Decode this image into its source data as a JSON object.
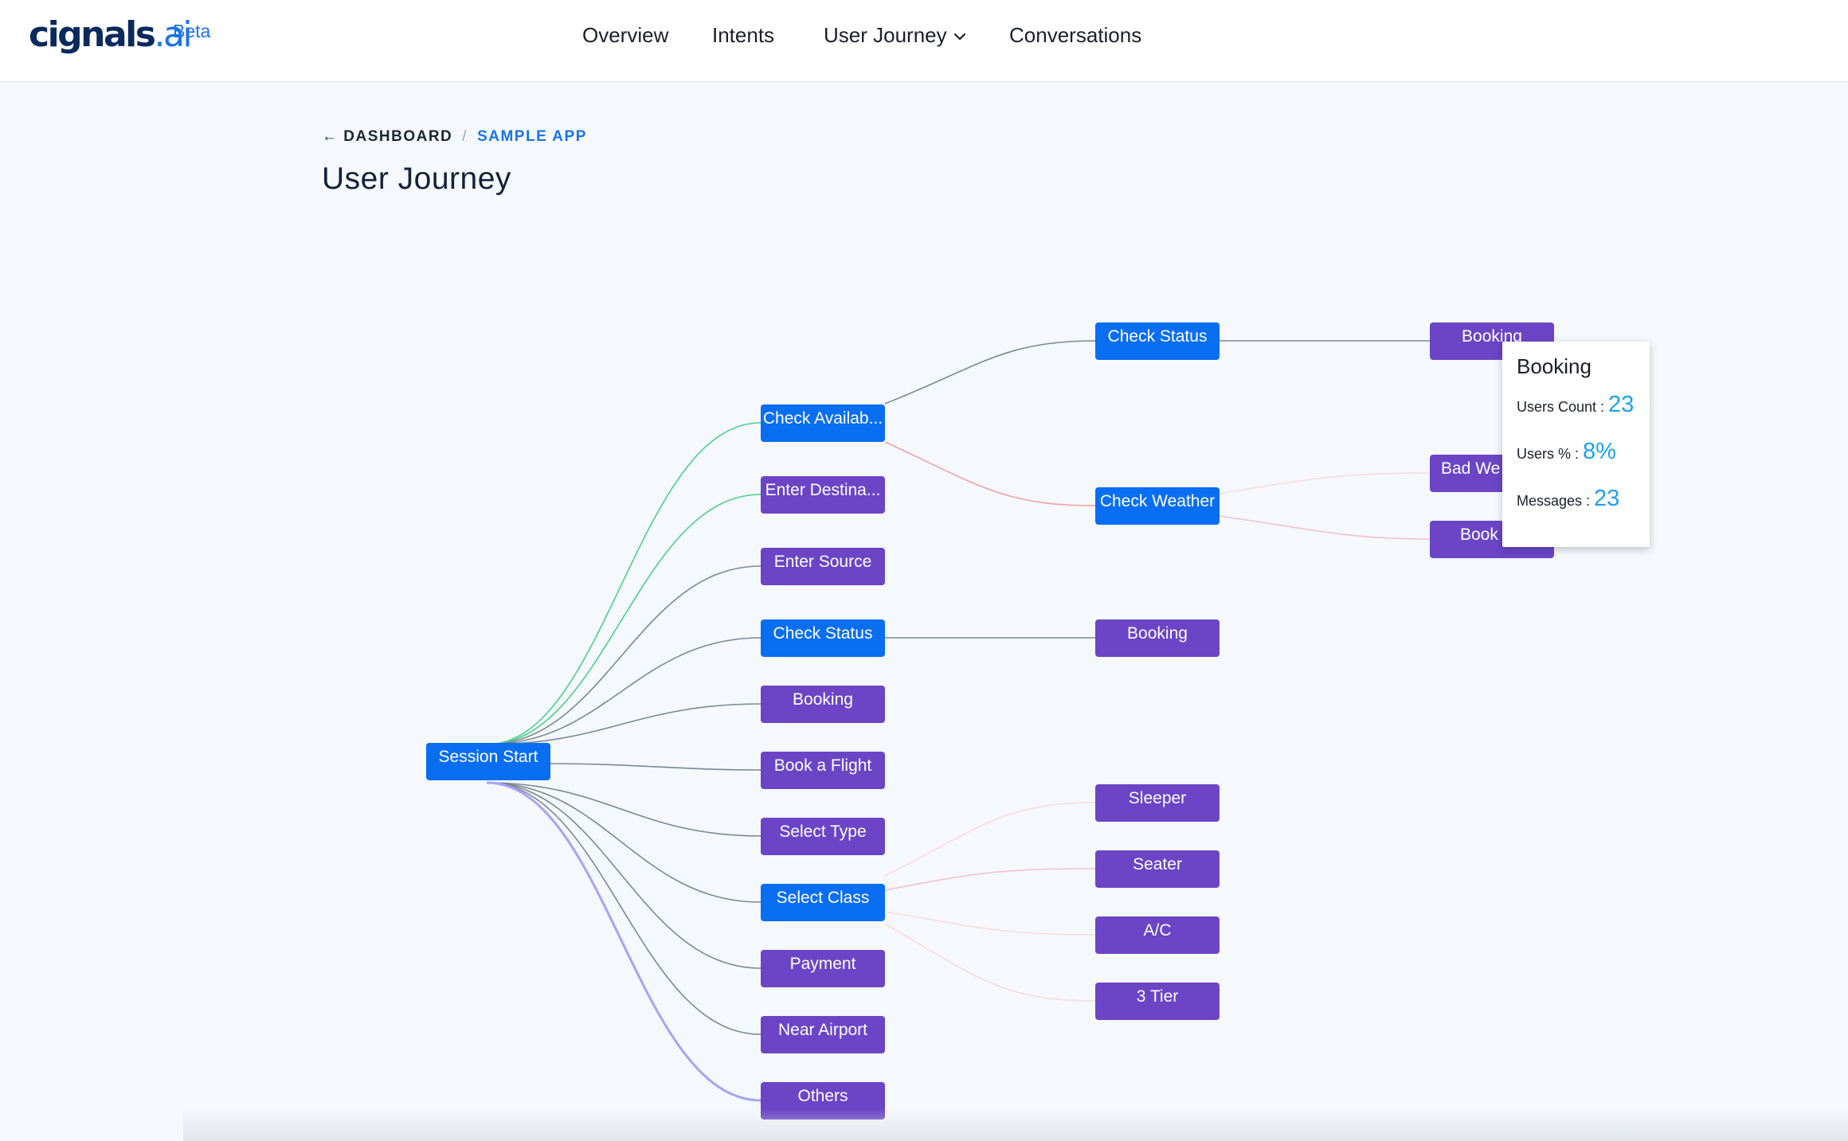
{
  "brand": {
    "name": "cignals",
    "suffix": ".ai",
    "badge": "Beta"
  },
  "nav": {
    "overview": "Overview",
    "intents": "Intents",
    "user_journey": "User Journey",
    "conversations": "Conversations"
  },
  "breadcrumb": {
    "back": "DASHBOARD",
    "separator": "/",
    "current": "SAMPLE APP"
  },
  "page_title": "User Journey",
  "journey": {
    "root": "Session Start",
    "level1": [
      "Check Availab...",
      "Enter Destina...",
      "Enter Source",
      "Check Status",
      "Booking",
      "Book a Flight",
      "Select Type",
      "Select Class",
      "Payment",
      "Near Airport",
      "Others"
    ],
    "level2": [
      "Check Status",
      "Check Weather",
      "Booking",
      "Sleeper",
      "Seater",
      "A/C",
      "3 Tier"
    ],
    "level3": [
      "Booking",
      "Bad We",
      "Book"
    ]
  },
  "tooltip": {
    "title": "Booking",
    "users_count_label": "Users Count : ",
    "users_count": "23",
    "users_pct_label": "Users % : ",
    "users_pct": "8%",
    "messages_label": "Messages : ",
    "messages": "23"
  },
  "colors": {
    "active_node": "#0a6ef2",
    "node": "#6b45c6",
    "accent": "#1a73e8",
    "link_green": "#4cd08a",
    "link_red": "#f0a3a8",
    "link_gray": "#7d8894",
    "link_violet": "#a9a2f2"
  }
}
